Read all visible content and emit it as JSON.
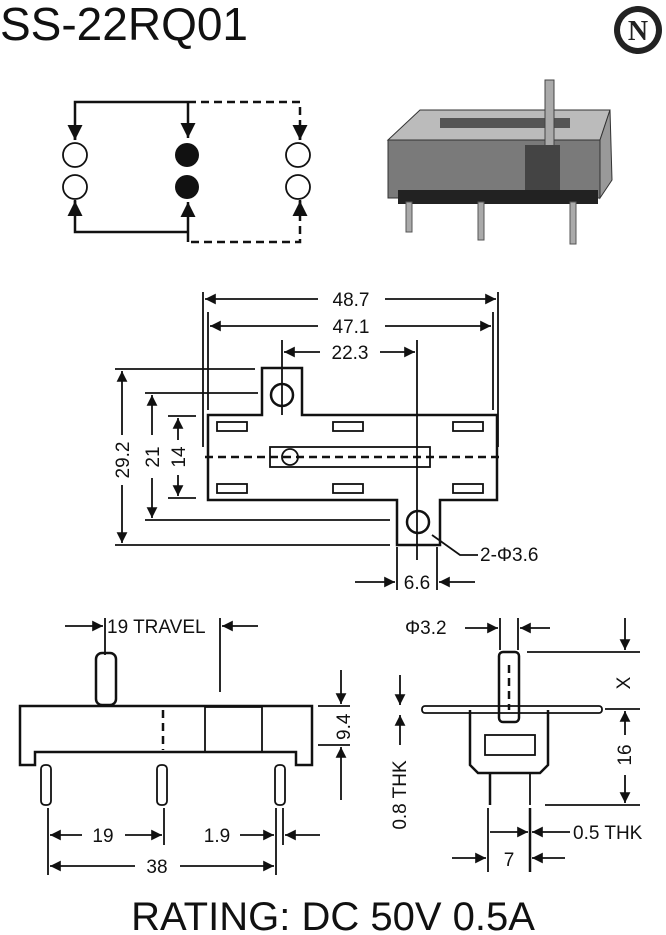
{
  "title": "SS-22RQ01",
  "logo": {
    "letter": "N"
  },
  "top_view": {
    "overall_length": "48.7",
    "body_length": "47.1",
    "mount_hole_spacing": "22.3",
    "overall_height": "29.2",
    "hole_height": "21",
    "body_height": "14",
    "hole_spec": "2-Φ3.6",
    "tab_width": "6.6"
  },
  "side_view": {
    "travel": "19 TRAVEL",
    "height": "9.4",
    "pin_pitch": "19",
    "pin_width": "1.9",
    "pin_span": "38"
  },
  "end_view": {
    "knob_diameter": "Φ3.2",
    "knob_height": "X",
    "frame_thickness": "0.8 THK",
    "body_height": "16",
    "pin_thickness": "0.5 THK",
    "pin_spacing": "7"
  },
  "rating": "RATING: DC 50V 0.5A"
}
